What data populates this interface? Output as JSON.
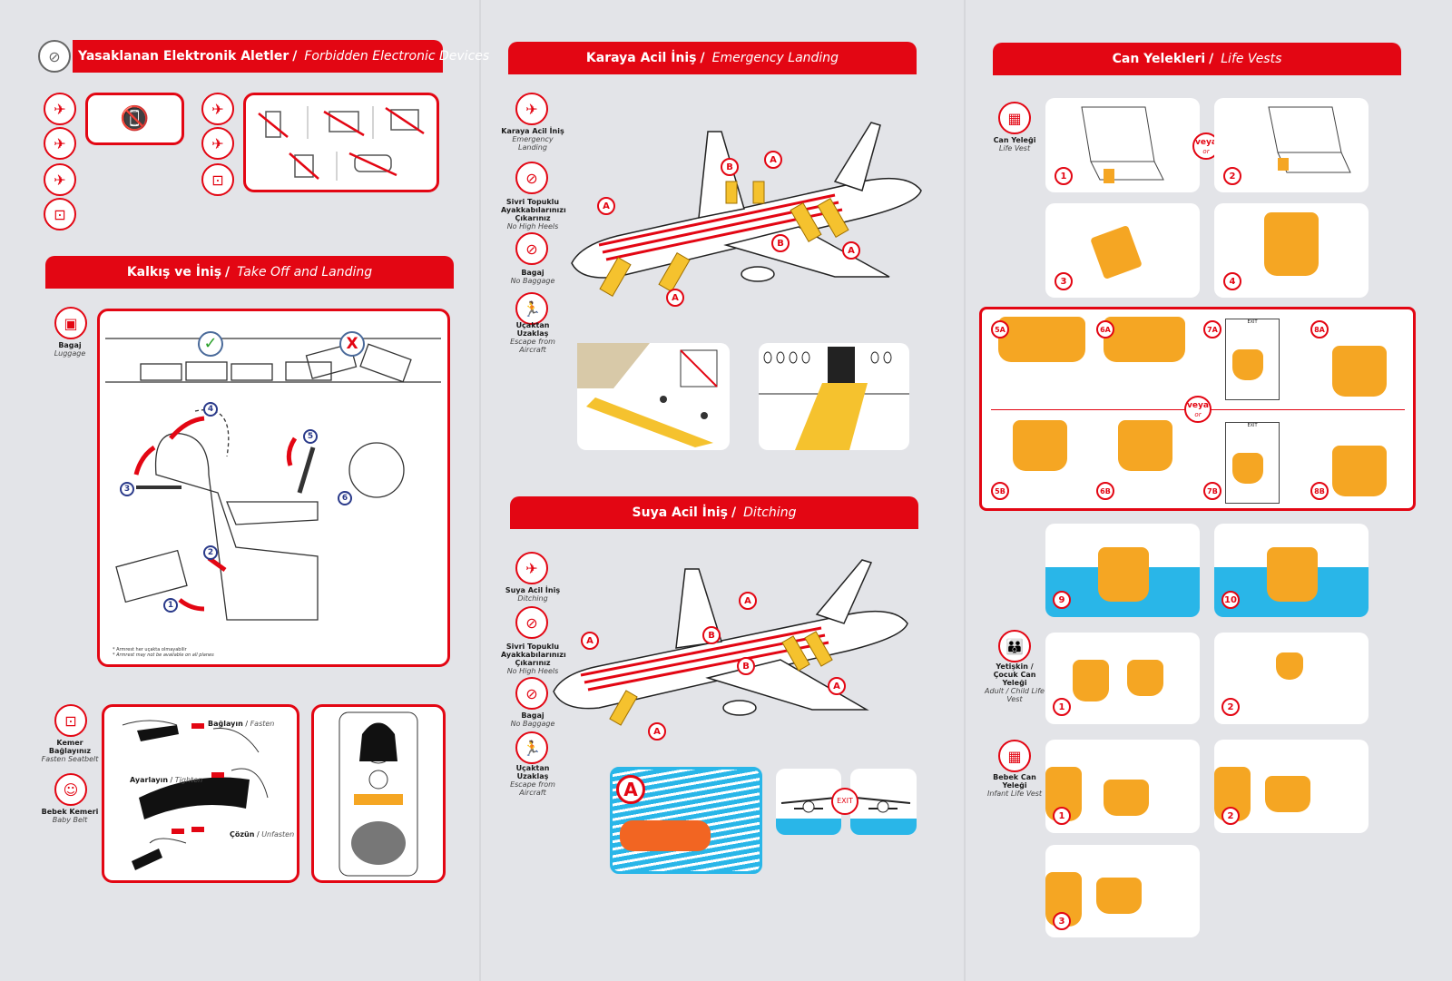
{
  "colors": {
    "accent": "#e30613",
    "vest": "#f5a623",
    "water": "#29b6e8",
    "background": "#e3e4e8"
  },
  "forbidden": {
    "title_tr": "Yasaklanan Elektronik Aletler",
    "title_en": "Forbidden Electronic Devices",
    "icon": "no-electronics-icon"
  },
  "takeoff": {
    "title_tr": "Kalkış ve İniş",
    "title_en": "Take Off and Landing",
    "luggage": {
      "label_tr": "Bagaj",
      "label_en": "Luggage"
    },
    "steps": [
      "1",
      "2",
      "3",
      "4",
      "5",
      "6"
    ],
    "ok_mark": "✓",
    "bad_mark": "X",
    "footnote_tr": "* Armrest her uçakta olmayabilir",
    "footnote_en": "* Armrest may not be available on all planes"
  },
  "seatbelt": {
    "icon_label_tr": "Kemer Bağlayınız",
    "icon_label_en": "Fasten Seatbelt",
    "baby_label_tr": "Bebek Kemeri",
    "baby_label_en": "Baby Belt",
    "fasten_tr": "Bağlayın",
    "fasten_en": "Fasten",
    "tighten_tr": "Ayarlayın",
    "tighten_en": "Tighten",
    "unfasten_tr": "Çözün",
    "unfasten_en": "Unfasten"
  },
  "emergency_landing": {
    "title_tr": "Karaya Acil İniş",
    "title_en": "Emergency Landing",
    "icons": [
      {
        "tr": "Karaya Acil İniş",
        "en": "Emergency Landing"
      },
      {
        "tr": "Sivri Topuklu Ayakkabılarınızı Çıkarınız",
        "en": "No High Heels"
      },
      {
        "tr": "Bagaj",
        "en": "No Baggage"
      },
      {
        "tr": "Uçaktan Uzaklaş",
        "en": "Escape from Aircraft"
      }
    ],
    "exit_labels": [
      "A",
      "B"
    ]
  },
  "ditching": {
    "title_tr": "Suya Acil İniş",
    "title_en": "Ditching",
    "icons": [
      {
        "tr": "Suya Acil İniş",
        "en": "Ditching"
      },
      {
        "tr": "Sivri Topuklu Ayakkabılarınızı Çıkarınız",
        "en": "No High Heels"
      },
      {
        "tr": "Bagaj",
        "en": "No Baggage"
      },
      {
        "tr": "Uçaktan Uzaklaş",
        "en": "Escape from Aircraft"
      }
    ],
    "raft_label": "A",
    "exit_sign": "EXIT"
  },
  "life_vests": {
    "title_tr": "Can Yelekleri",
    "title_en": "Life Vests",
    "vest_label_tr": "Can Yeleği",
    "vest_label_en": "Life Vest",
    "or_tr": "veya",
    "or_en": "or",
    "steps_top": [
      "1",
      "2",
      "3",
      "4"
    ],
    "steps_ab": [
      "5A",
      "6A",
      "7A",
      "8A",
      "5B",
      "6B",
      "7B",
      "8B"
    ],
    "steps_water": [
      "9",
      "10"
    ],
    "child_label_tr": "Yetişkin / Çocuk Can Yeleği",
    "child_label_en": "Adult / Child Life Vest",
    "child_steps": [
      "1",
      "2"
    ],
    "infant_label_tr": "Bebek Can Yeleği",
    "infant_label_en": "Infant Life Vest",
    "infant_steps": [
      "1",
      "2",
      "3"
    ],
    "exit_sign": "EXIT"
  }
}
